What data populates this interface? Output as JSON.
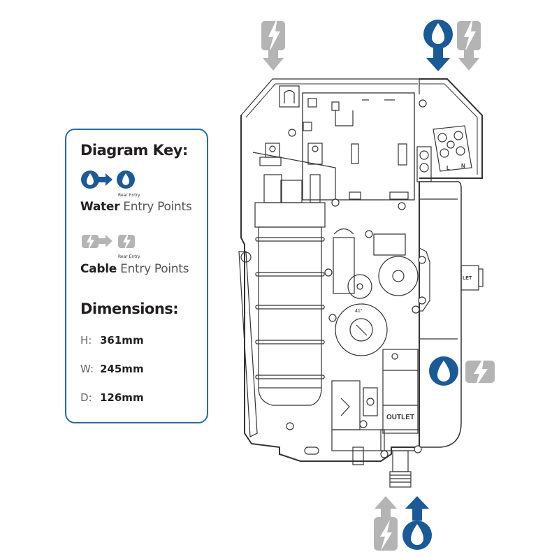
{
  "key": {
    "title": "Diagram Key:",
    "water": {
      "rear_entry_label": "Rear Entry",
      "label_bold": "Water",
      "label_light": "Entry Points",
      "icon": "water-drop-icon",
      "color": "#1c5a96"
    },
    "cable": {
      "rear_entry_label": "Rear Entry",
      "label_bold": "Cable",
      "label_light": "Entry Points",
      "icon": "lightning-bolt-icon",
      "color": "#b4b4b4"
    }
  },
  "dimensions": {
    "title": "Dimensions:",
    "rows": [
      {
        "label": "H:",
        "value": "361mm"
      },
      {
        "label": "W:",
        "value": "245mm"
      },
      {
        "label": "D:",
        "value": "126mm"
      }
    ]
  },
  "device": {
    "outlet_label": "OUTLET",
    "side_outlet_label": "LET",
    "terminal_labels": [
      "L",
      "N"
    ],
    "dial_label": "41°"
  },
  "entry_points": {
    "top": [
      "cable",
      "water",
      "cable"
    ],
    "right": [
      "water-rear",
      "cable-rear"
    ],
    "bottom": [
      "cable",
      "water"
    ]
  },
  "colors": {
    "border": "#2d6aa3",
    "water": "#1c5a96",
    "cable": "#b4b4b4",
    "line": "#333333"
  }
}
